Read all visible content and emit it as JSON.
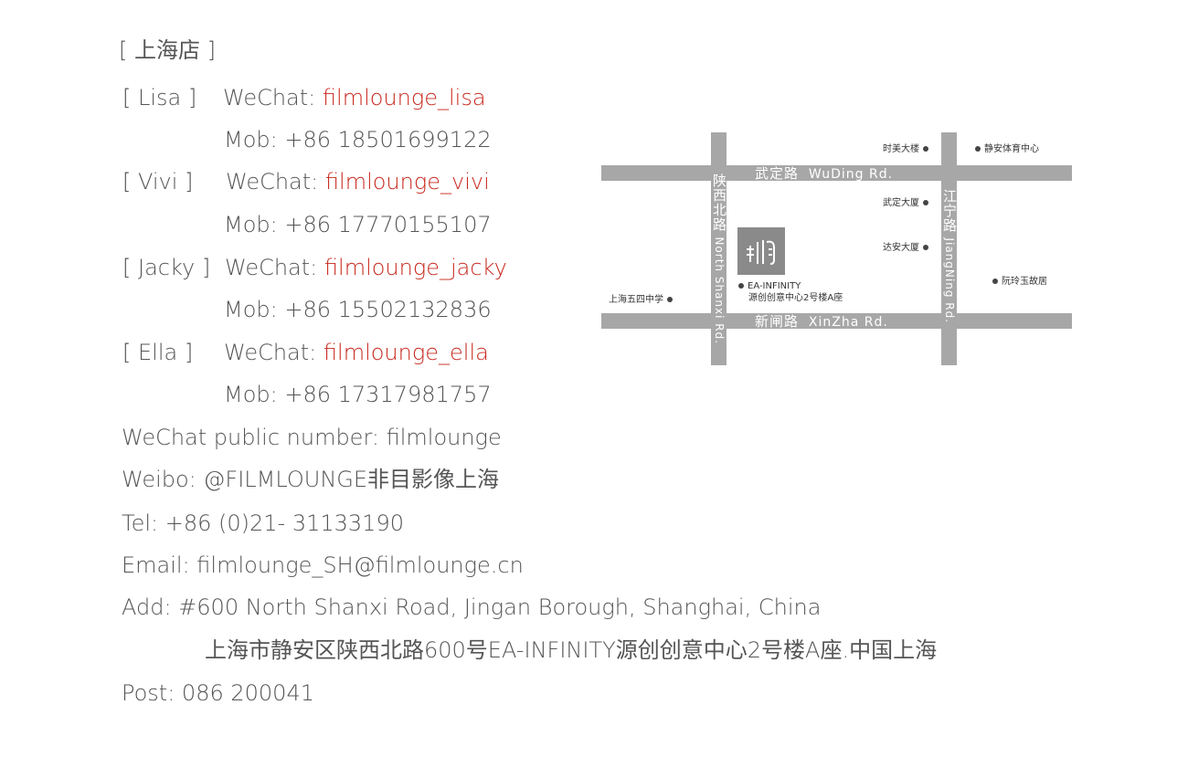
{
  "store_title": "[ 上海店 ]",
  "contacts": [
    {
      "name": "[ Lisa ]",
      "wechat_label": "WeChat:",
      "wechat_id": "filmlounge_lisa",
      "mob_label": "Mob:",
      "mob": "+86 18501699122"
    },
    {
      "name": "[ Vivi ]",
      "wechat_label": "WeChat:",
      "wechat_id": "filmlounge_vivi",
      "mob_label": "Mob:",
      "mob": "+86 17770155107"
    },
    {
      "name": "[ Jacky ]",
      "wechat_label": "WeChat:",
      "wechat_id": "filmlounge_jacky",
      "mob_label": "Mob:",
      "mob": "+86 15502132836"
    },
    {
      "name": "[ Ella ]",
      "wechat_label": "WeChat:",
      "wechat_id": "filmlounge_ella",
      "mob_label": "Mob:",
      "mob": "+86 17317981757"
    }
  ],
  "info": {
    "wechat_public": "WeChat public number: filmlounge",
    "weibo": "Weibo: @FILMLOUNGE非目影像上海",
    "tel": "Tel: +86 (0)21- 31133190",
    "email": "Email: filmlounge_SH@filmlounge.cn",
    "add_en": "Add: #600 North Shanxi Road, Jingan Borough, Shanghai, China",
    "add_cn": "上海市静安区陕西北路600号EA-INFINITY源创创意中心2号楼A座.中国上海",
    "post": "Post: 086 200041"
  },
  "map": {
    "roads": {
      "wuding_cn": "武定路",
      "wuding_en": "WuDing Rd.",
      "xinzha_cn": "新闸路",
      "xinzha_en": "XinZha Rd.",
      "shanxi_cn": "陕西北路",
      "shanxi_en": "North Shanxi Rd.",
      "jiangning_cn": "江宁路",
      "jiangning_en": "JiangNing Rd."
    },
    "pois": {
      "shimei": "时美大楼",
      "jingan_sports": "静安体育中心",
      "wuding_building": "武定大厦",
      "daan_building": "达安大厦",
      "ruanlingyu": "阮玲玉故居",
      "school54": "上海五四中学",
      "ea_infinity": "EA-INFINITY",
      "ea_infinity_cn": "源创创意中心2号楼A座"
    }
  }
}
